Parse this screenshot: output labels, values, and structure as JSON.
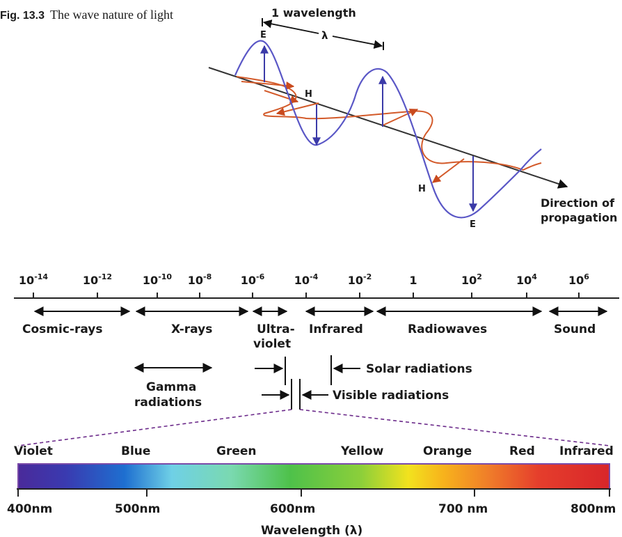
{
  "caption": {
    "fig_number": "Fig. 13.3",
    "text": "The wave nature of light"
  },
  "wave_diagram": {
    "wavelength_label": "1 wavelength",
    "lambda_symbol": "λ",
    "e_label": "E",
    "h_label": "H",
    "direction_line1": "Direction of",
    "direction_line2": "propagation",
    "colors": {
      "electric": "#5a57c6",
      "magnetic": "#d35a2a",
      "axis": "#333333"
    }
  },
  "spectrum": {
    "ticks": [
      {
        "base": "10",
        "exp": "-14"
      },
      {
        "base": "10",
        "exp": "-12"
      },
      {
        "base": "10",
        "exp": "-10"
      },
      {
        "base": "10",
        "exp": "-8"
      },
      {
        "base": "10",
        "exp": "-6"
      },
      {
        "base": "10",
        "exp": "-4"
      },
      {
        "base": "10",
        "exp": "-2"
      },
      {
        "base": "1",
        "exp": ""
      },
      {
        "base": "10",
        "exp": "2"
      },
      {
        "base": "10",
        "exp": "4"
      },
      {
        "base": "10",
        "exp": "6"
      }
    ],
    "bands": [
      {
        "line1": "Cosmic-rays",
        "line2": ""
      },
      {
        "line1": "X-rays",
        "line2": ""
      },
      {
        "line1": "Ultra-",
        "line2": "violet"
      },
      {
        "line1": "Infrared",
        "line2": ""
      },
      {
        "line1": "Radiowaves",
        "line2": ""
      },
      {
        "line1": "Sound",
        "line2": ""
      }
    ],
    "gamma_line1": "Gamma",
    "gamma_line2": "radiations",
    "solar_label": "Solar radiations",
    "visible_label": "Visible radiations"
  },
  "visible_band": {
    "colors": [
      "Violet",
      "Blue",
      "Green",
      "Yellow",
      "Orange",
      "Red",
      "Infrared"
    ],
    "wavelengths": [
      "400nm",
      "500nm",
      "600nm",
      "700 nm",
      "800nm"
    ],
    "axis_label": "Wavelength (λ)"
  }
}
